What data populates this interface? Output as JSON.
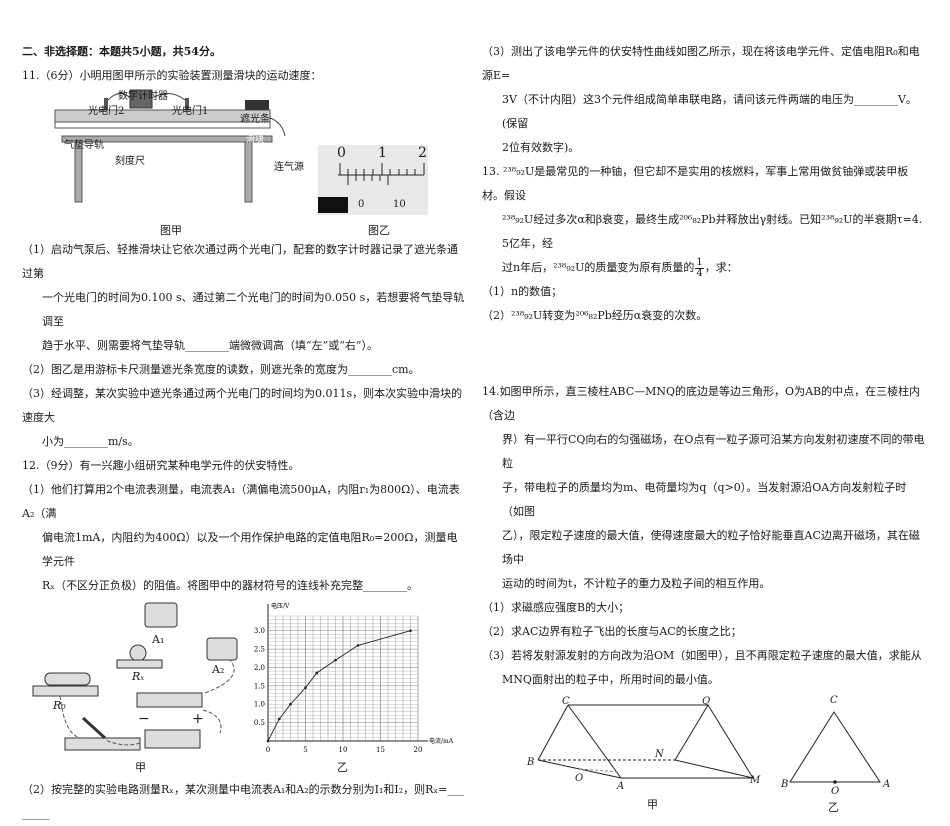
{
  "section_heading": "二、非选择题：本题共5小题，共54分。",
  "q11": {
    "stem": "11.（6分）小明用图甲所示的实验装置测量滑块的运动速度：",
    "fig_labels": {
      "timer": "数字计时器",
      "gate2": "光电门2",
      "gate1": "光电门1",
      "shade": "遮光条",
      "slider": "滑块",
      "rail": "气垫导轨",
      "ruler": "刻度尺",
      "air": "连气源"
    },
    "caliper_main_ticks": [
      "0",
      "1",
      "2"
    ],
    "caliper_vernier_ticks": [
      "0",
      "10"
    ],
    "caption_jia": "图甲",
    "caption_yi": "图乙",
    "p1": [
      "（1）启动气泵后、轻推滑块让它依次通过两个光电门，配套的数字计时器记录了遮光条通过第",
      "一个光电门的时间为0.100 s、通过第二个光电门的时间为0.050 s，若想要将气垫导轨调至",
      "趋于水平、则需要将气垫导轨________端微微调高（填“左”或“右”）。"
    ],
    "p2": "（2）图乙是用游标卡尺测量遮光条宽度的读数，则遮光条的宽度为________cm。",
    "p3": [
      "（3）经调整，某次实验中遮光条通过两个光电门的时间均为0.011s，则本次实验中滑块的速度大",
      "小为________m/s。"
    ]
  },
  "q12": {
    "stem": "12.（9分）有一兴趣小组研究某种电学元件的伏安特性。",
    "p1": [
      "（1）他们打算用2个电流表测量，电流表A₁（满偏电流500μA，内阻r₁为800Ω）、电流表A₂（满",
      "偏电流1mA，内阻约为400Ω）以及一个用作保护电路的定值电阻R₀=200Ω，测量电学元件",
      "Rₓ（不区分正负极）的阻值。将图甲中的器材符号的连线补充完整________。"
    ],
    "circuit_labels": {
      "a1": "A₁",
      "a2": "A₂",
      "rx": "Rₓ",
      "r0": "R₀",
      "minus": "−",
      "plus": "+"
    },
    "caption_jia": "甲",
    "caption_yi": "乙",
    "p2": "（2）按完整的实验电路测量Rₓ，某次测量中电流表A₁和A₂的示数分别为I₁和I₂，则Rₓ=________",
    "p3": [
      "（3）测出了该电学元件的伏安特性曲线如图乙所示，现在将该电学元件、定值电阻R₀和电源E=",
      "3V（不计内阻）这3个元件组成简单串联电路，请问该元件两端的电压为________V。(保留",
      "2位有效数字)。"
    ]
  },
  "chart_data": {
    "type": "line",
    "xlabel": "电流/mA",
    "ylabel": "电压/V",
    "xlim": [
      0,
      20
    ],
    "ylim": [
      0,
      3.4
    ],
    "x_ticks": [
      "0",
      "5",
      "10",
      "15",
      "20"
    ],
    "y_ticks": [
      "0.5",
      "1.0",
      "1.5",
      "2.0",
      "2.5",
      "3.0"
    ],
    "grid": true,
    "x": [
      0,
      1.5,
      3,
      5,
      6.5,
      9,
      12,
      19
    ],
    "y": [
      0,
      0.6,
      1.0,
      1.45,
      1.85,
      2.2,
      2.6,
      3.0
    ]
  },
  "q13": {
    "lines": [
      "13. ²³⁸₉₂U是最常见的一种铀，但它却不是实用的核燃料，军事上常用做贫铀弹或装甲板材。假设",
      "²³⁸₉₂U经过多次α和β衰变，最终生成²⁰⁶₈₂Pb并释放出γ射线。已知²³⁸₉₂U的半衰期τ=4.5亿年，经",
      "过n年后，²³⁸₉₂U的质量变为原有质量的"
    ],
    "frac_num": "1",
    "frac_den": "4",
    "after_frac": "，求：",
    "p1": "（1）n的数值；",
    "p2": "（2）²³⁸₉₂U转变为²⁰⁶₈₂Pb经历α衰变的次数。"
  },
  "q14": {
    "lines": [
      "14.如图甲所示，直三棱柱ABC—MNQ的底边是等边三角形，O为AB的中点，在三棱柱内（含边",
      "界）有一平行CQ向右的匀强磁场，在O点有一粒子源可沿某方向发射初速度不同的带电粒",
      "子，带电粒子的质量均为m、电荷量均为q（q>0）。当发射源沿OA方向发射粒子时（如图",
      "乙），限定粒子速度的最大值，使得速度最大的粒子恰好能垂直AC边离开磁场，其在磁场中",
      "运动的时间为t，不计粒子的重力及粒子间的相互作用。"
    ],
    "p1": "（1）求磁感应强度B的大小；",
    "p2": "（2）求AC边界有粒子飞出的长度与AC的长度之比；",
    "p3": [
      "（3）若将发射源发射的方向改为沿OM（如图甲），且不再限定粒子速度的最大值，求能从",
      "MNQ面射出的粒子中，所用时间的最小值。"
    ],
    "points": {
      "A": "A",
      "B": "B",
      "C": "C",
      "M": "M",
      "N": "N",
      "Q": "Q",
      "O": "O"
    },
    "caption_jia": "甲",
    "caption_yi": "乙"
  }
}
